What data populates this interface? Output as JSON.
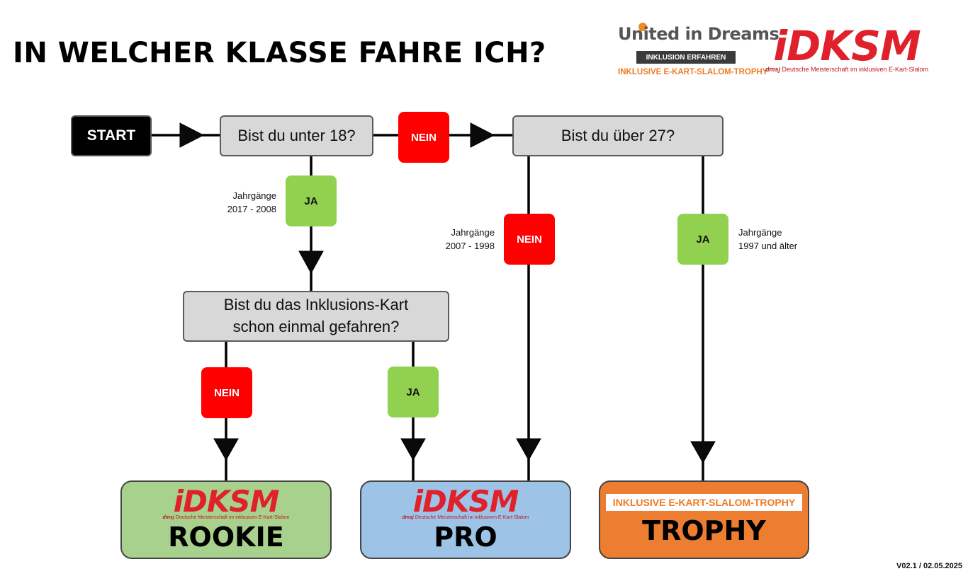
{
  "header": {
    "title": "IN WELCHER KLASSE FAHRE ICH?",
    "logo_uid": {
      "title": "United in Dreams",
      "banner": "INKLUSION ERFAHREN",
      "trophy": "INKLUSIVE E-KART-SLALOM-TROPHY"
    },
    "logo_idksm": {
      "word": "iDKSM",
      "sub_brand": "dmsj",
      "sub_text": "Deutsche Meisterschaft im inklusiven E-Kart-Slalom"
    }
  },
  "flow": {
    "start": "START",
    "q1": "Bist du unter 18?",
    "q2": "Bist du über 27?",
    "q3": "Bist du das Inklusions-Kart schon einmal gefahren?",
    "badges": {
      "q1_no": "NEIN",
      "q1_yes": "JA",
      "q2_no": "NEIN",
      "q2_yes": "JA",
      "q3_no": "NEIN",
      "q3_yes": "JA"
    },
    "notes": {
      "u18_label": "Jahrgänge",
      "u18_range": "2017 - 2008",
      "mid_label": "Jahrgänge",
      "mid_range": "2007 - 1998",
      "o27_label": "Jahrgänge",
      "o27_range": "1997 und älter"
    }
  },
  "results": {
    "rookie": {
      "label": "ROOKIE",
      "color": "#a9d18e"
    },
    "pro": {
      "label": "PRO",
      "color": "#9dc3e6"
    },
    "trophy": {
      "label": "TROPHY",
      "banner": "INKLUSIVE E-KART-SLALOM-TROPHY",
      "color": "#ed7d31"
    }
  },
  "colors": {
    "nein": "#ff0000",
    "ja": "#92d050",
    "question": "#d8d8d8",
    "idksm_red": "#e0202a",
    "trophy_orange": "#ef7a22"
  },
  "footer": {
    "version": "V02.1 / 02.05.2025"
  }
}
